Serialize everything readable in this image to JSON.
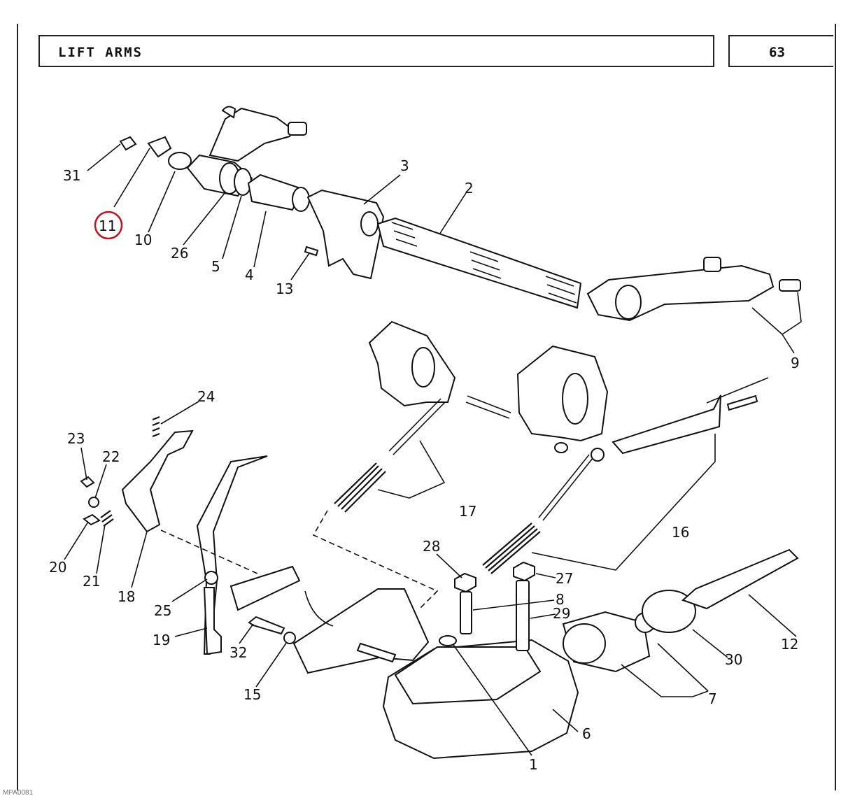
{
  "header": {
    "title": "LIFT ARMS",
    "page_number": "63"
  },
  "footer": {
    "code": "MPA0081"
  },
  "highlight": {
    "color": "#c0141c",
    "callout": "11"
  },
  "callouts": [
    {
      "id": "c31",
      "label": "31"
    },
    {
      "id": "c11",
      "label": "11"
    },
    {
      "id": "c10",
      "label": "10"
    },
    {
      "id": "c26",
      "label": "26"
    },
    {
      "id": "c5",
      "label": "5"
    },
    {
      "id": "c4",
      "label": "4"
    },
    {
      "id": "c13",
      "label": "13"
    },
    {
      "id": "c3",
      "label": "3"
    },
    {
      "id": "c2",
      "label": "2"
    },
    {
      "id": "c9",
      "label": "9"
    },
    {
      "id": "c24",
      "label": "24"
    },
    {
      "id": "c23",
      "label": "23"
    },
    {
      "id": "c22",
      "label": "22"
    },
    {
      "id": "c20",
      "label": "20"
    },
    {
      "id": "c21",
      "label": "21"
    },
    {
      "id": "c18",
      "label": "18"
    },
    {
      "id": "c25",
      "label": "25"
    },
    {
      "id": "c19",
      "label": "19"
    },
    {
      "id": "c32",
      "label": "32"
    },
    {
      "id": "c15",
      "label": "15"
    },
    {
      "id": "c17",
      "label": "17"
    },
    {
      "id": "c16",
      "label": "16"
    },
    {
      "id": "c28",
      "label": "28"
    },
    {
      "id": "c27",
      "label": "27"
    },
    {
      "id": "c8",
      "label": "8"
    },
    {
      "id": "c29",
      "label": "29"
    },
    {
      "id": "c12",
      "label": "12"
    },
    {
      "id": "c30",
      "label": "30"
    },
    {
      "id": "c7",
      "label": "7"
    },
    {
      "id": "c6",
      "label": "6"
    },
    {
      "id": "c1",
      "label": "1"
    }
  ]
}
